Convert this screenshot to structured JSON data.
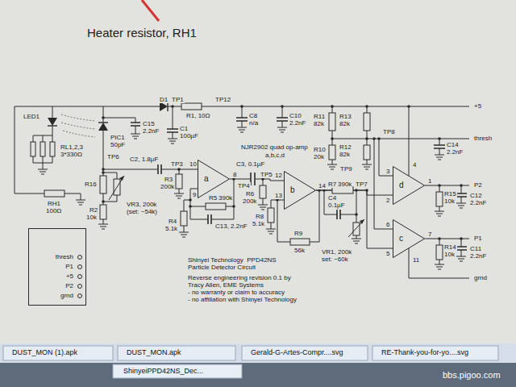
{
  "diagram": {
    "title": "Heater resistor, RH1",
    "nodes": [
      {
        "text": [
          "a"
        ]
      },
      {
        "text": [
          "b"
        ]
      },
      {
        "text": [
          "d"
        ]
      },
      {
        "text": [
          "c"
        ]
      },
      {
        "text": [
          "thresh",
          "P1",
          "+5",
          "P2",
          "grnd"
        ]
      }
    ],
    "edges": [
      {
        "from": 0,
        "to": 1,
        "arrow": "none"
      },
      {
        "from": 1,
        "to": 2,
        "arrow": "none"
      },
      {
        "from": 1,
        "to": 3,
        "arrow": "none"
      }
    ],
    "labels": [
      "LED1",
      "RL1,2,3",
      "3*330Ω",
      "D1",
      "TP1",
      "R1, 10Ω",
      "TP12",
      "+5",
      "C8",
      "n/a",
      "C10",
      "2.2nF",
      "R11",
      "82k",
      "R13",
      "82k",
      "TP8",
      "thresh",
      "C15",
      "2.2nF",
      "PIC1",
      "50pF",
      "C1",
      "100µF",
      "NJR2902 quad op-amp",
      "a,b,c,d",
      "R10",
      "20k",
      "R12",
      "82k",
      "C14",
      "2.2nF",
      "TP6",
      "C2, 1.8µF",
      "TP3",
      "10",
      "R3",
      "200k",
      "9",
      "8",
      "TP4",
      "C3, 0.1µF",
      "TP5",
      "R6",
      "200k",
      "12",
      "13",
      "14",
      "R7",
      "390k",
      "TP7",
      "TP9",
      "C4",
      "0.1µF",
      "3",
      "2",
      "4",
      "1",
      "P2",
      "R15",
      "10k",
      "C12",
      "2.2nF",
      "RH1",
      "100Ω",
      "R16",
      "R2",
      "10k",
      "VR3, 200k",
      "(set: ~54k)",
      "R5",
      "390k",
      "C13, 2.2nF",
      "R4",
      "5.1k",
      "R8",
      "5.1k",
      "R9",
      "56k",
      "VR1, 200k",
      "set: ~60k",
      "6",
      "5",
      "7",
      "11",
      "P1",
      "R14",
      "10k",
      "C11",
      "2.2nF",
      "grnd",
      "Shinyei Technology  PPD42NS",
      "Particle Detector Circuit",
      "Reverse engineering revision 0.1 by",
      "Tracy Allen, EME Systems",
      "- no warranty or claim to accuracy",
      "- no affiliation with Shinyei Technology",
      "DUST_MON (1).apk",
      "DUST_MON.apk",
      "Gerald-G-Artes-Compr....svg",
      "RE-Thank-you-for-yo....svg",
      "ShinyeiPPD42NS_Dec...",
      "bbs.pigoo.com"
    ]
  }
}
